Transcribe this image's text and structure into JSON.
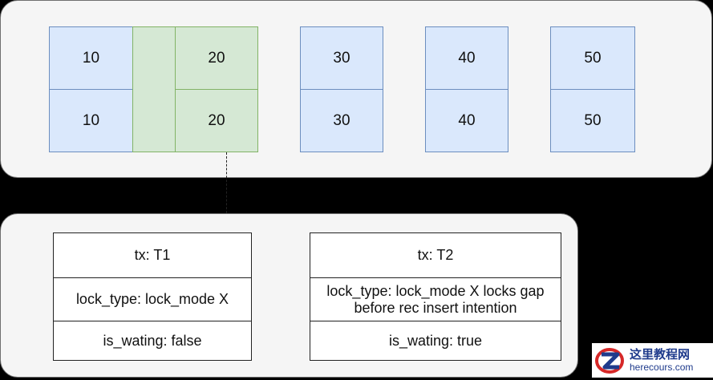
{
  "index_records": {
    "col10": [
      "10",
      "10"
    ],
    "col20": [
      "20",
      "20"
    ],
    "col30": [
      "30",
      "30"
    ],
    "col40": [
      "40",
      "40"
    ],
    "col50": [
      "50",
      "50"
    ]
  },
  "locks": [
    {
      "tx": "tx: T1",
      "lock_type": "lock_type: lock_mode X",
      "is_waiting": "is_wating: false"
    },
    {
      "tx": "tx: T2",
      "lock_type": "lock_type: lock_mode X locks gap before rec insert intention",
      "is_waiting": "is_wating: true"
    }
  ],
  "watermark": {
    "cn": "这里教程网",
    "en": "herecours.com"
  },
  "colors": {
    "record_fill": "#dae8fc",
    "record_stroke": "#6c8ebf",
    "lock_fill": "#d5e8d4",
    "lock_stroke": "#82b366"
  }
}
